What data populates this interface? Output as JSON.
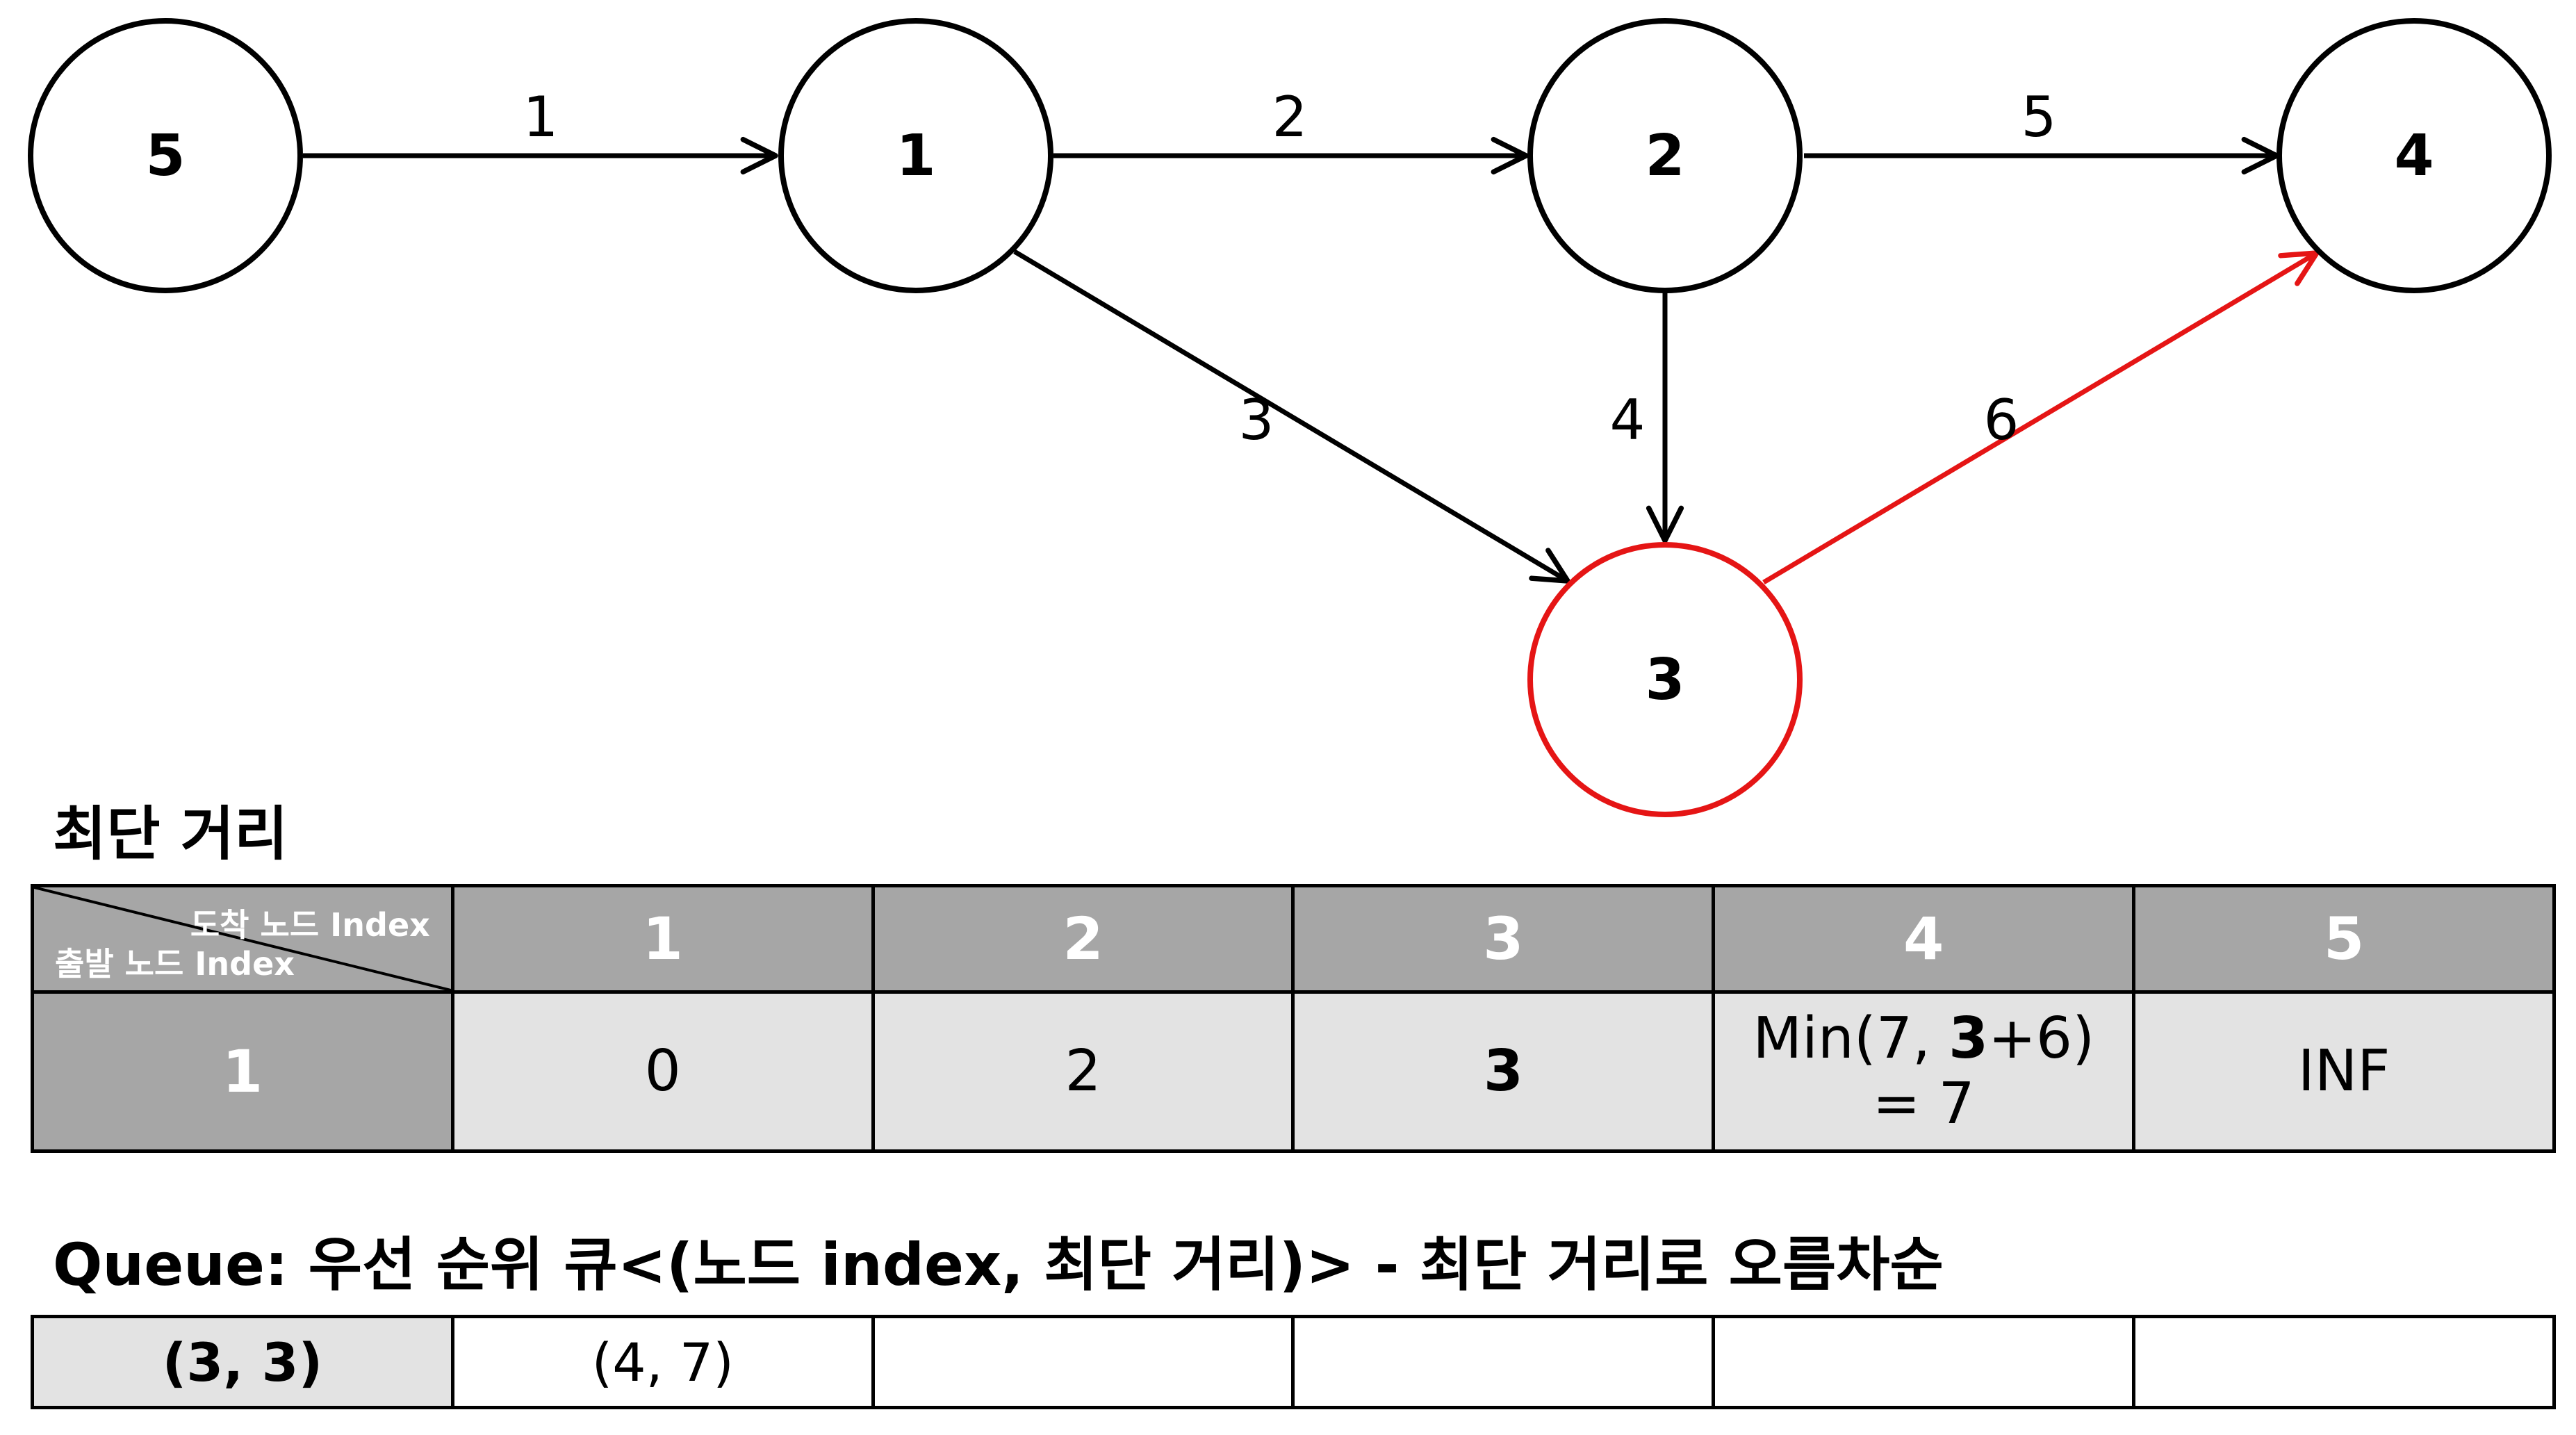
{
  "graph": {
    "nodes": [
      {
        "id": "5",
        "label": "5",
        "highlight": false
      },
      {
        "id": "1",
        "label": "1",
        "highlight": false
      },
      {
        "id": "2",
        "label": "2",
        "highlight": false
      },
      {
        "id": "4",
        "label": "4",
        "highlight": false
      },
      {
        "id": "3",
        "label": "3",
        "highlight": true
      }
    ],
    "edges": [
      {
        "from": "5",
        "to": "1",
        "weight": "1",
        "highlight": false
      },
      {
        "from": "1",
        "to": "2",
        "weight": "2",
        "highlight": false
      },
      {
        "from": "2",
        "to": "4",
        "weight": "5",
        "highlight": false
      },
      {
        "from": "1",
        "to": "3",
        "weight": "3",
        "highlight": false
      },
      {
        "from": "2",
        "to": "3",
        "weight": "4",
        "highlight": false
      },
      {
        "from": "3",
        "to": "4",
        "weight": "6",
        "highlight": true
      }
    ],
    "colors": {
      "normal": "#000000",
      "highlight": "#e51515"
    }
  },
  "distance_section": {
    "title": "최단 거리",
    "corner_to_label": "도착 노드 Index",
    "corner_from_label": "출발 노드 Index",
    "column_headers": [
      "1",
      "2",
      "3",
      "4",
      "5"
    ],
    "row_header": "1",
    "cells": [
      {
        "line1": "0",
        "line2": "",
        "emphasis": false
      },
      {
        "line1": "2",
        "line2": "",
        "emphasis": false
      },
      {
        "line1": "3",
        "line2": "",
        "emphasis": true
      },
      {
        "line1_pre": "Min(7, ",
        "line1_bold": "3",
        "line1_post": "+6)",
        "line2": "= 7",
        "emphasis": false
      },
      {
        "line1": "INF",
        "line2": "",
        "emphasis": false
      }
    ]
  },
  "queue_section": {
    "title": "Queue: 우선 순위 큐<(노드 index, 최단 거리)> - 최단 거리로 오름차순",
    "slots": [
      "(3, 3)",
      "(4, 7)",
      "",
      "",
      "",
      ""
    ]
  }
}
